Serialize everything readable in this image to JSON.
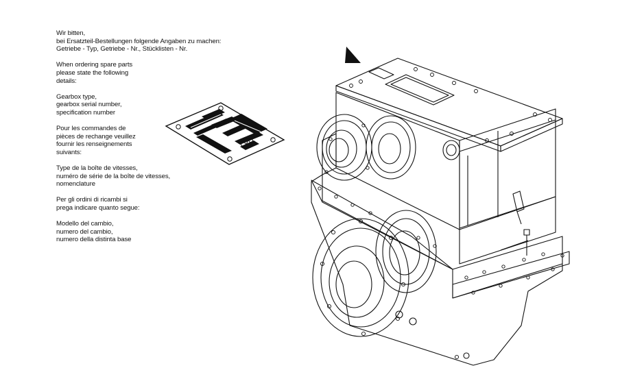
{
  "paragraphs": [
    {
      "id": "de",
      "lines": [
        "Wir bitten,",
        "bei Ersatzteil-Bestellungen folgende Angaben zu machen:",
        "Getriebe - Typ, Getriebe - Nr., Stücklisten - Nr."
      ]
    },
    {
      "id": "en-intro",
      "lines": [
        "When ordering spare parts",
        "please state the following",
        "details:"
      ]
    },
    {
      "id": "en-details",
      "lines": [
        "Gearbox type,",
        "gearbox serial number,",
        "specification number"
      ]
    },
    {
      "id": "fr-intro",
      "lines": [
        "Pour les commandes de",
        "pièces de rechange veuillez",
        "fournir les renseignements",
        "suivants:"
      ]
    },
    {
      "id": "fr-details",
      "lines": [
        "Type de la boîte de vitesses,",
        "numéro de série de la boîte de vitesses,",
        "nomenclature"
      ]
    },
    {
      "id": "it-intro",
      "lines": [
        "Per gli ordini di ricambi si",
        "prega indicare quanto segue:"
      ]
    },
    {
      "id": "it-details",
      "lines": [
        "Modello del cambio,",
        "numero del cambio,",
        "numero della distinta base"
      ]
    }
  ],
  "colors": {
    "ink": "#111111",
    "background": "#ffffff"
  },
  "icons": {
    "pointer": "arrow-marker-icon",
    "plate": "type-plate-icon"
  }
}
